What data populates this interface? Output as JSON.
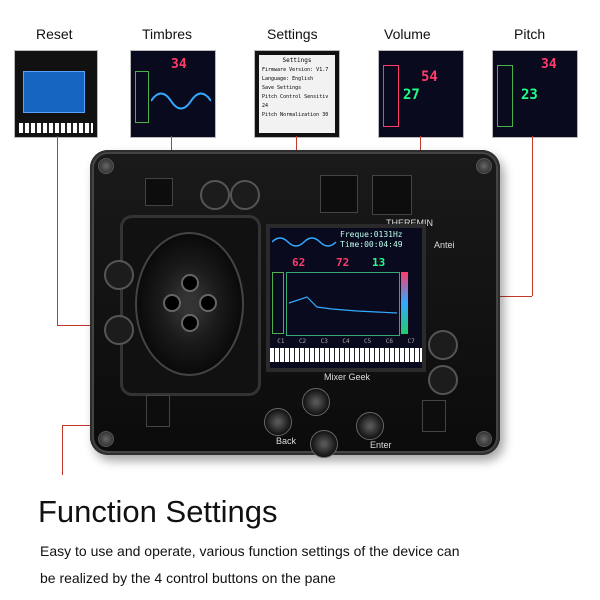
{
  "labels": {
    "reset": "Reset",
    "timbres": "Timbres",
    "settings": "Settings",
    "volume": "Volume",
    "pitch": "Pitch"
  },
  "thumbs": {
    "timbres_num": "34",
    "settings_title": "Settings",
    "settings_lines": [
      "Firmware Version: V1.7",
      "Language: English",
      "Save Settings",
      "Pitch Control Sensitiv 24",
      "Pitch Normalization 30"
    ],
    "volume_num1": "54",
    "volume_num2": "27",
    "pitch_num1": "34",
    "pitch_num2": "23"
  },
  "screen": {
    "freq": "Freque:0131Hz",
    "time": "Time:00:04:49",
    "val1": "62",
    "val2": "72",
    "val3": "13",
    "keys": [
      "C1",
      "C2",
      "C3",
      "C4",
      "C5",
      "C6",
      "C7"
    ]
  },
  "board": {
    "brand": "THEREMIN",
    "name": "Mixer Geek",
    "back": "Back",
    "enter": "Enter",
    "ante": "Antei"
  },
  "heading": "Function Settings",
  "description": [
    "Easy to use and operate, various function settings of the device can",
    "be realized by the 4 control buttons on the pane"
  ]
}
